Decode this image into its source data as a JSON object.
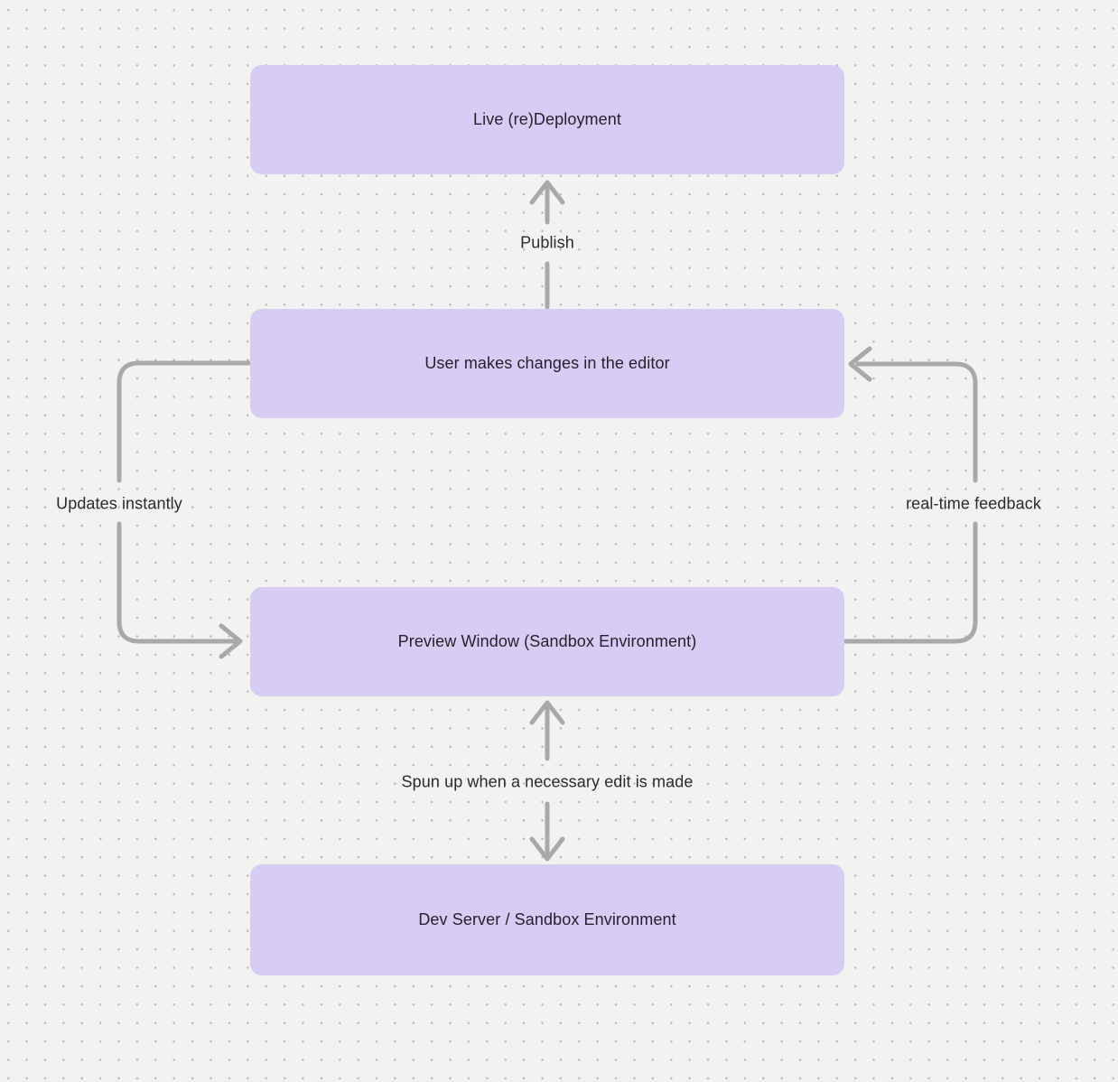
{
  "diagram": {
    "background": {
      "color": "#f2f2f1",
      "dot_color": "#bcbcbc"
    },
    "node_style": {
      "fill": "#d7ccf3",
      "text_color": "#25222e"
    },
    "edge_style": {
      "line_color": "#a9a9a9",
      "label_color": "#2b2b2b"
    },
    "nodes": [
      {
        "id": "live-redeployment",
        "label": "Live (re)Deployment"
      },
      {
        "id": "editor-changes",
        "label": "User makes changes in the editor"
      },
      {
        "id": "preview-window",
        "label": "Preview Window (Sandbox Environment)"
      },
      {
        "id": "dev-server",
        "label": "Dev Server / Sandbox Environment"
      }
    ],
    "edges": [
      {
        "id": "publish",
        "from": "editor-changes",
        "to": "live-redeployment",
        "label": "Publish",
        "direction": "up"
      },
      {
        "id": "updates-instantly",
        "from": "editor-changes",
        "to": "preview-window",
        "label": "Updates instantly",
        "side": "left",
        "direction": "down"
      },
      {
        "id": "real-time-feedback",
        "from": "preview-window",
        "to": "editor-changes",
        "label": "real-time feedback",
        "side": "right",
        "direction": "up"
      },
      {
        "id": "spun-up",
        "from": "dev-server",
        "to": "preview-window",
        "label": "Spun up when a necessary edit is made",
        "direction": "both"
      }
    ]
  }
}
